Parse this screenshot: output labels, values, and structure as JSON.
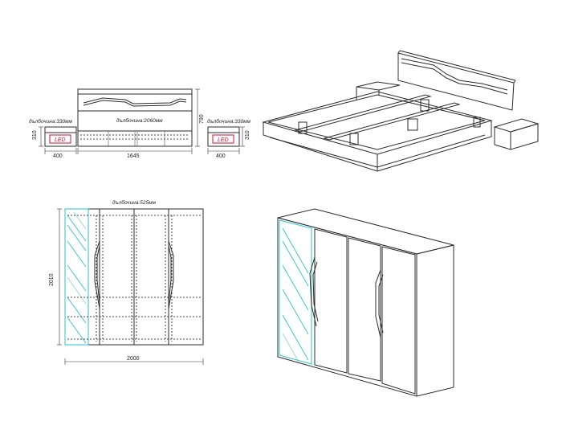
{
  "front_view": {
    "left_nightstand": {
      "depth_label": "дълбочина:330мм",
      "led_label": "LED",
      "height_label": "310",
      "width_label": "400"
    },
    "bed": {
      "depth_label": "дълбочина:2060мм",
      "height_label": "790",
      "width_label": "1645"
    },
    "right_nightstand": {
      "depth_label": "дълбочина:330мм",
      "led_label": "LED",
      "height_label": "310",
      "width_label": "400"
    }
  },
  "wardrobe_front": {
    "depth_label": "дълбочина:525мм",
    "height_label": "2010",
    "width_label": "2000"
  },
  "colors": {
    "line": "#2b2b2b",
    "led": "#d0112b",
    "glass": "#29c3c9"
  }
}
